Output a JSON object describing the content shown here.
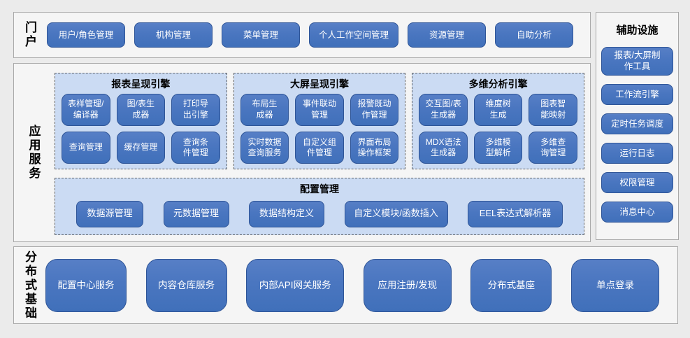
{
  "colors": {
    "accent_blue": "#4a76c0",
    "button_border": "#2f5597",
    "button_text": "#ffffff",
    "panel_light_blue": "#cbdbf3",
    "panel_dashed_border": "#5f6368",
    "section_background": "#f5f5f5",
    "section_border": "#a8a8a8",
    "page_background": "#ebebeb",
    "label_text": "#000000"
  },
  "portal": {
    "label": "门户",
    "buttons": [
      "用户/角色管理",
      "机构管理",
      "菜单管理",
      "个人工作空间管理",
      "资源管理",
      "自助分析"
    ]
  },
  "app_services": {
    "label": "应用服务",
    "engines": [
      {
        "title": "报表呈现引擎",
        "buttons": [
          "表样管理/\n编译器",
          "图/表生\n成器",
          "打印导\n出引擎",
          "查询管理",
          "缓存管理",
          "查询条\n件管理"
        ]
      },
      {
        "title": "大屏呈现引擎",
        "buttons": [
          "布局生\n成器",
          "事件联动\n管理",
          "报警既动\n作管理",
          "实时数据\n查询服务",
          "自定义组\n件管理",
          "界面布局\n操作框架"
        ]
      },
      {
        "title": "多维分析引擎",
        "buttons": [
          "交互图/表\n生成器",
          "维度树\n生成",
          "图表智\n能映射",
          "MDX语法\n生成器",
          "多维模\n型解析",
          "多维查\n询管理"
        ]
      }
    ],
    "config": {
      "title": "配置管理",
      "buttons": [
        "数据源管理",
        "元数据管理",
        "数据结构定义",
        "自定义模块/函数插入",
        "EEL表达式解析器"
      ]
    }
  },
  "distributed": {
    "label": "分布式基础",
    "buttons": [
      "配置中心服务",
      "内容仓库服务",
      "内部API网关服务",
      "应用注册/发现",
      "分布式基座",
      "单点登录"
    ]
  },
  "auxiliary": {
    "title": "辅助设施",
    "buttons": [
      "报表/大屏制\n作工具",
      "工作流引擎",
      "定时任务调度",
      "运行日志",
      "权限管理",
      "消息中心"
    ]
  }
}
